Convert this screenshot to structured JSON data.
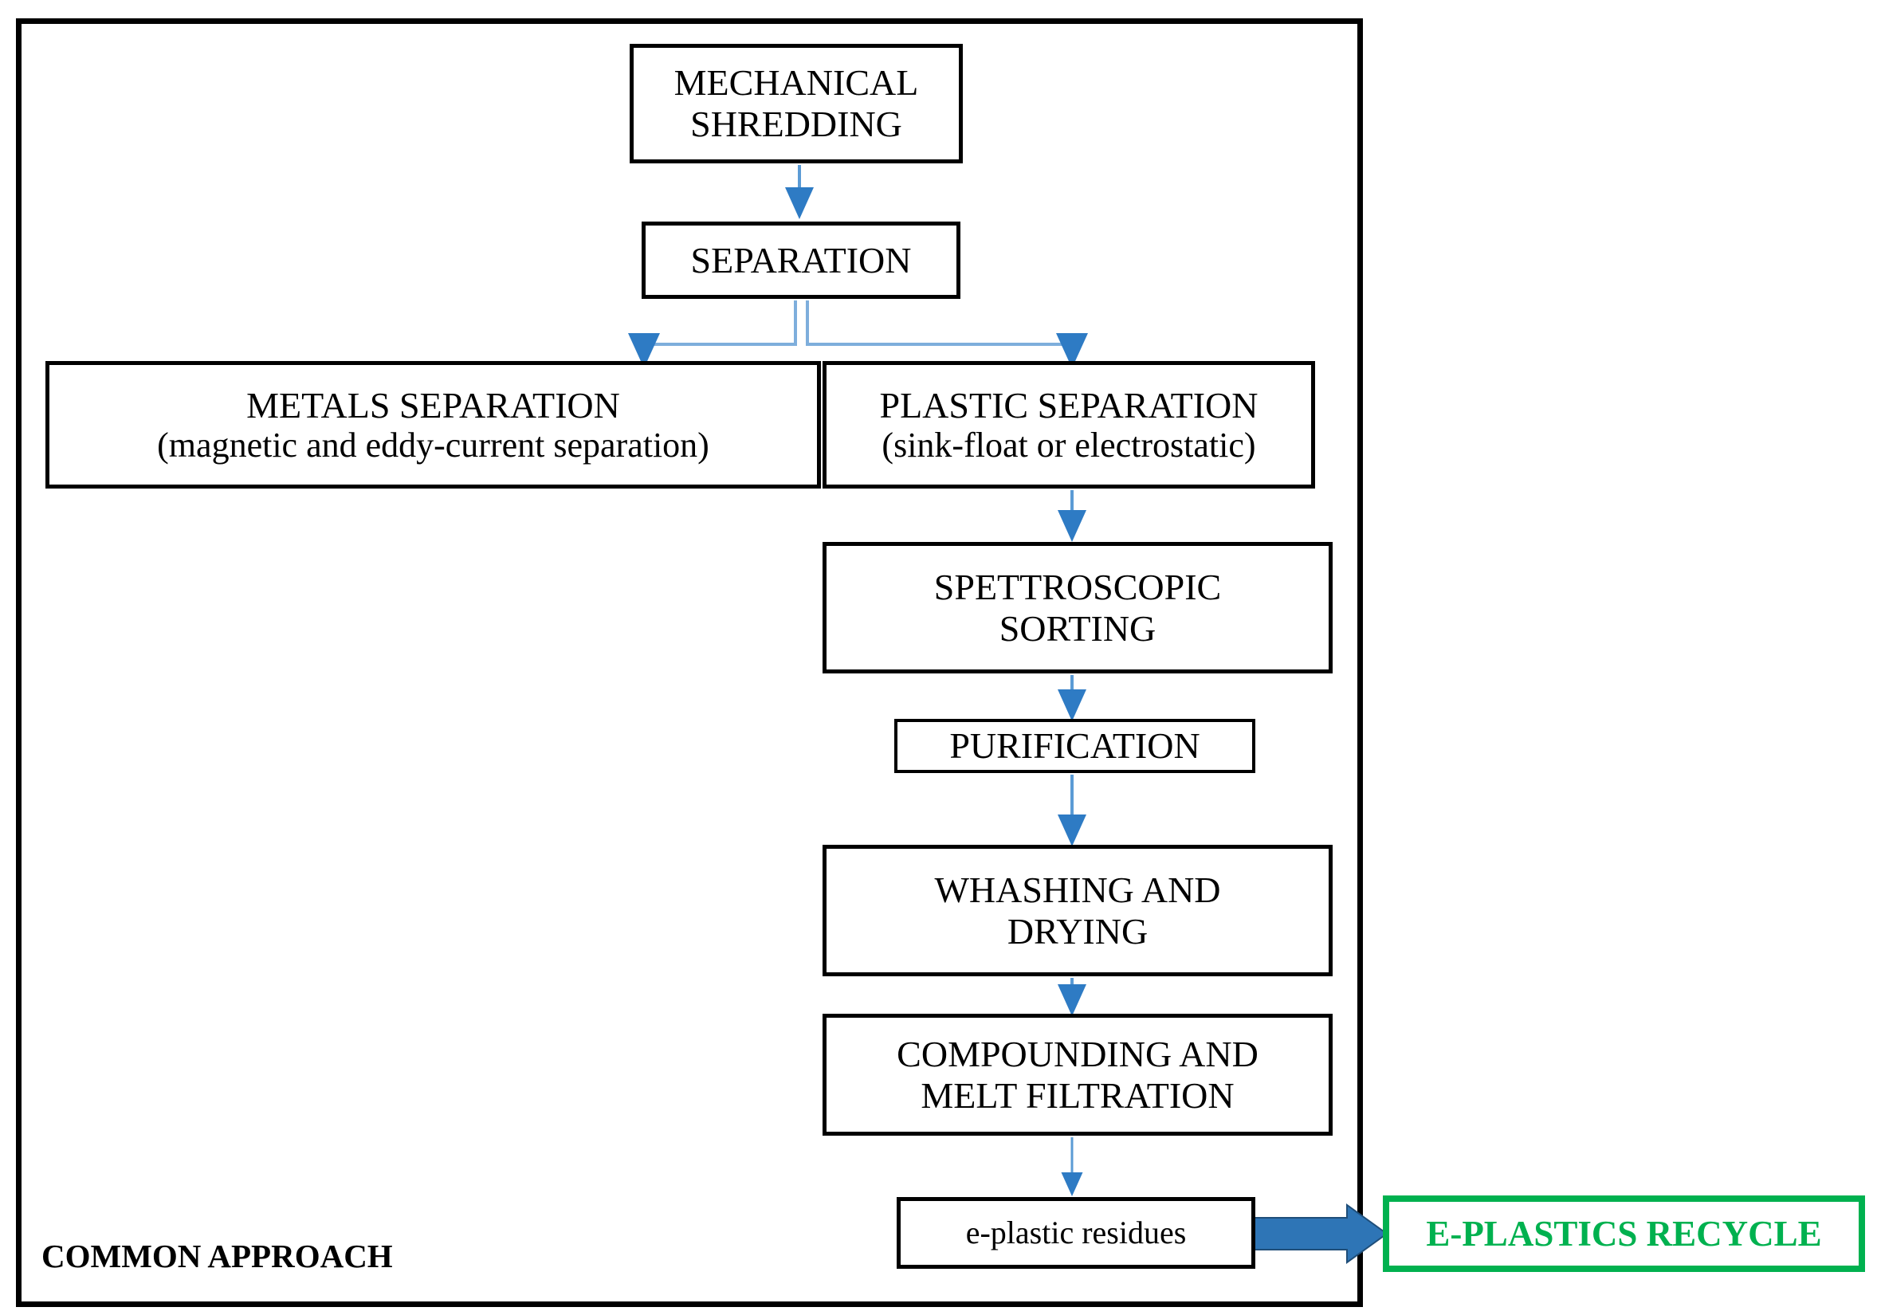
{
  "diagram": {
    "title_caption": "COMMON APPROACH",
    "frame_color": "#000000",
    "arrow_color": "#4A8FD4",
    "thick_arrow_color": "#2A6FB5",
    "output_color": "#00B14F"
  },
  "nodes": {
    "mechanical_shredding": {
      "line1": "MECHANICAL",
      "line2": "SHREDDING"
    },
    "separation": {
      "line1": "SEPARATION",
      "line2": ""
    },
    "metals_separation": {
      "line1": "METALS SEPARATION",
      "line2": "(magnetic and eddy-current separation)"
    },
    "plastic_separation": {
      "line1": "PLASTIC SEPARATION",
      "line2": "(sink-float or electrostatic)"
    },
    "spettroscopic_sorting": {
      "line1": "SPETTROSCOPIC",
      "line2": "SORTING"
    },
    "purification": {
      "line1": "PURIFICATION",
      "line2": ""
    },
    "whashing_and_drying": {
      "line1": "WHASHING AND",
      "line2": "DRYING"
    },
    "compounding_melt_filtration": {
      "line1": "COMPOUNDING AND",
      "line2": "MELT FILTRATION"
    },
    "eplastic_residues": {
      "line1": "e-plastic residues",
      "line2": ""
    },
    "eplastics_recycle": {
      "line1": "E-PLASTICS RECYCLE"
    }
  },
  "flow": {
    "edges": [
      {
        "from": "mechanical_shredding",
        "to": "separation",
        "style": "arrow-down"
      },
      {
        "from": "separation",
        "to": "metals_separation",
        "style": "elbow-left"
      },
      {
        "from": "separation",
        "to": "plastic_separation",
        "style": "elbow-right"
      },
      {
        "from": "plastic_separation",
        "to": "spettroscopic_sorting",
        "style": "arrow-down"
      },
      {
        "from": "spettroscopic_sorting",
        "to": "purification",
        "style": "arrow-down"
      },
      {
        "from": "purification",
        "to": "whashing_and_drying",
        "style": "arrow-down"
      },
      {
        "from": "whashing_and_drying",
        "to": "compounding_melt_filtration",
        "style": "arrow-down"
      },
      {
        "from": "compounding_melt_filtration",
        "to": "eplastic_residues",
        "style": "arrow-down"
      },
      {
        "from": "eplastic_residues",
        "to": "eplastics_recycle",
        "style": "block-arrow-right"
      }
    ]
  }
}
